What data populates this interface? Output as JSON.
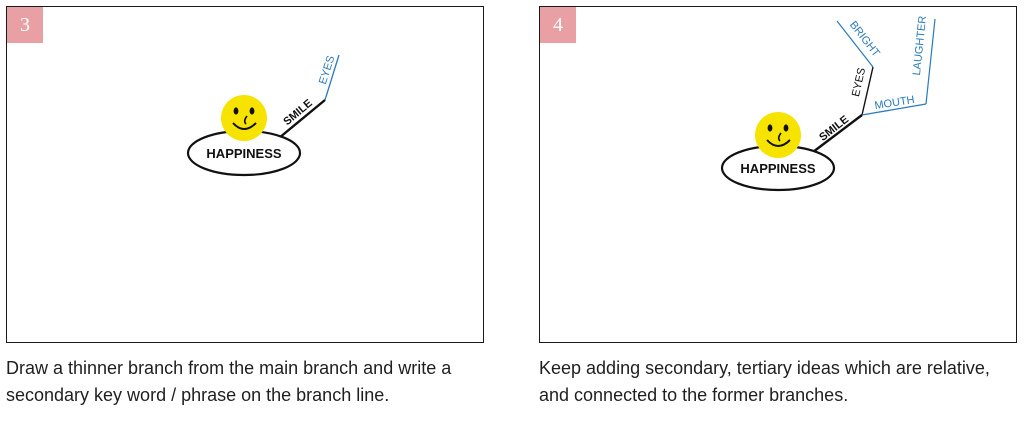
{
  "colors": {
    "badge": "#e8a0a4",
    "accent_blue": "#2a7bbd",
    "smiley_yellow": "#f7e300",
    "ink": "#111111"
  },
  "panels": [
    {
      "step": "3",
      "central_topic": "HAPPINESS",
      "main_branch": "SMILE",
      "secondary_branches": [
        "EYES"
      ],
      "tertiary_branches": [],
      "caption": "Draw a thinner branch from the main branch and write a secondary key word / phrase on the branch line."
    },
    {
      "step": "4",
      "central_topic": "HAPPINESS",
      "main_branch": "SMILE",
      "secondary_branches": [
        "EYES",
        "MOUTH"
      ],
      "tertiary_branches": [
        "BRIGHT",
        "LAUGHTER"
      ],
      "caption": "Keep adding secondary, tertiary ideas which are relative, and connected to the former branches."
    }
  ]
}
